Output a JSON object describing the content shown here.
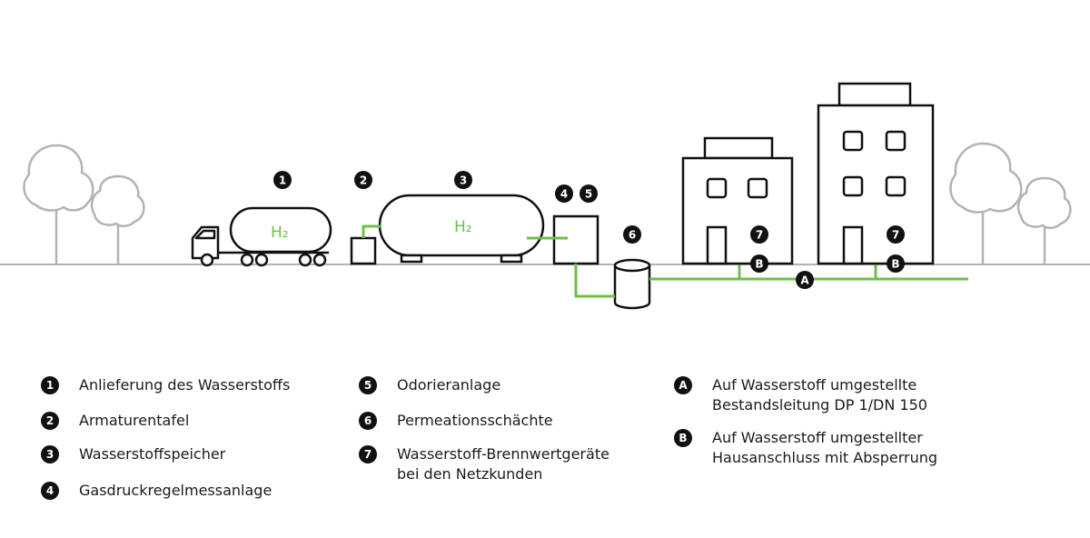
{
  "tank_label": "H₂",
  "storage_label": "H₂",
  "markers": {
    "m1": "1",
    "m2": "2",
    "m3": "3",
    "m4": "4",
    "m5": "5",
    "m6": "6",
    "m7a": "7",
    "m7b": "7",
    "mA": "A",
    "mB1": "B",
    "mB2": "B"
  },
  "legend": [
    {
      "badge": "1",
      "text": "Anlieferung des Wasserstoffs"
    },
    {
      "badge": "2",
      "text": "Armaturentafel"
    },
    {
      "badge": "3",
      "text": "Wasserstoffspeicher"
    },
    {
      "badge": "4",
      "text": "Gasdruckregelmessanlage"
    },
    {
      "badge": "5",
      "text": "Odorieranlage"
    },
    {
      "badge": "6",
      "text": "Permeationsschächte"
    },
    {
      "badge": "7",
      "text": "Wasserstoff-Brennwertgeräte",
      "text2": "bei den Netzkunden"
    },
    {
      "badge": "A",
      "text": "Auf Wasserstoff umgestellte",
      "text2": "Bestandsleitung DP 1/DN 150"
    },
    {
      "badge": "B",
      "text": "Auf Wasserstoff umgestellter",
      "text2": "Hausanschluss mit Absperrung"
    }
  ],
  "colors": {
    "pipe": "#6cc04a",
    "line": "#111111",
    "tree": "#b3b3b3",
    "ground": "#b3b3b3"
  }
}
